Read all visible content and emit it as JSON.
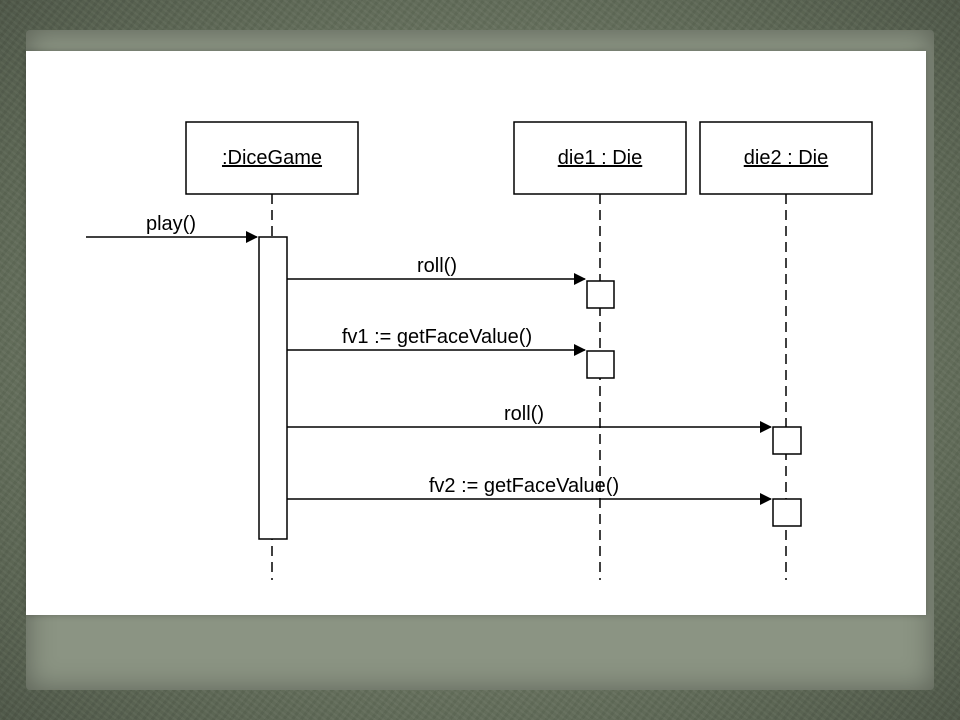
{
  "diagram": {
    "lifelines": [
      {
        "name": ":DiceGame"
      },
      {
        "name": "die1 : Die"
      },
      {
        "name": "die2 : Die"
      }
    ],
    "messages": [
      {
        "label": "play()",
        "from": "external",
        "to": ":DiceGame"
      },
      {
        "label": "roll()",
        "from": ":DiceGame",
        "to": "die1 : Die"
      },
      {
        "label": "fv1 := getFaceValue()",
        "from": ":DiceGame",
        "to": "die1 : Die"
      },
      {
        "label": "roll()",
        "from": ":DiceGame",
        "to": "die2 : Die"
      },
      {
        "label": "fv2 := getFaceValue()",
        "from": ":DiceGame",
        "to": "die2 : Die"
      }
    ]
  },
  "colors": {
    "background": "#6c7763",
    "paper": "#ffffff",
    "ink": "#000000"
  }
}
